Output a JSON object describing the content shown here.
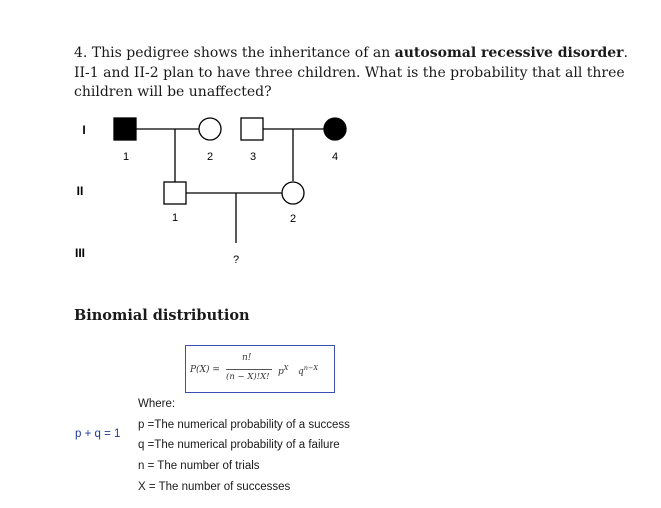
{
  "question": {
    "prefix": "4. This pedigree shows the inheritance of an ",
    "emphasis": "autosomal recessive disorder",
    "suffix": ". II-1 and II-2 plan to have three children. What is the probability that all three children will be unaffected?"
  },
  "pedigree": {
    "generations": [
      "I",
      "II",
      "III"
    ],
    "gen1_labels": [
      "1",
      "2",
      "3",
      "4"
    ],
    "gen2_labels": [
      "1",
      "2"
    ],
    "child_label": "?"
  },
  "binomial": {
    "heading": "Binomial distribution",
    "formula": {
      "lhs": "P(X) =",
      "numerator": "n!",
      "denominator": "(n − X)!X!",
      "p_term": "p",
      "p_exp": "X",
      "q_term": "q",
      "q_exp": "n−X"
    },
    "pq_equation": "p + q = 1",
    "where_label": "Where:",
    "definitions": [
      "p =The numerical probability of a success",
      "q =The numerical probability of a failure",
      "n  = The number of trials",
      "X  = The number of successes"
    ]
  }
}
